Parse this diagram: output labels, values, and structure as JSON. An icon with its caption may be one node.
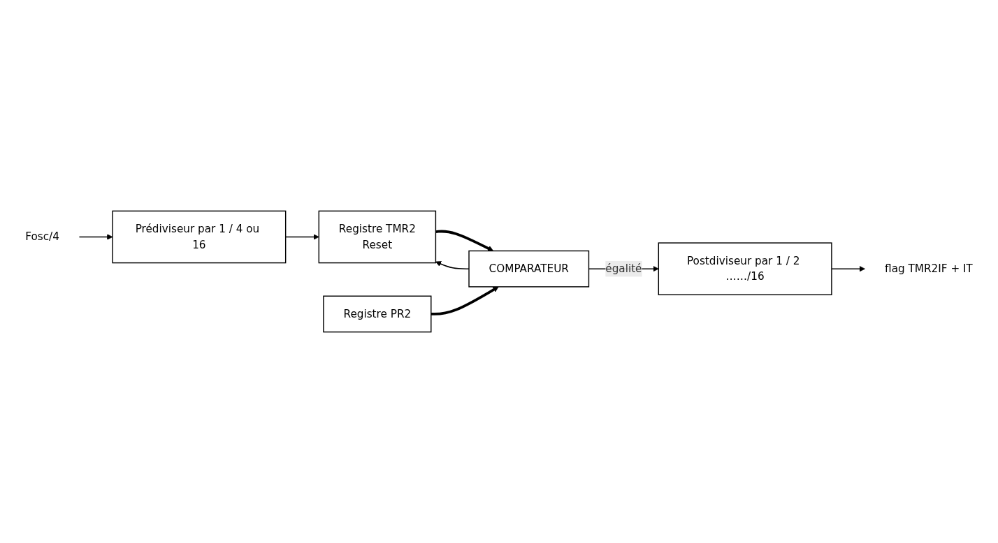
{
  "diagram": {
    "nodes": [
      {
        "text": [
          "Fosc/4"
        ]
      },
      {
        "text": [
          "Prédiviseur par 1 / 4 ou 16"
        ]
      },
      {
        "text": [
          "Registre TMR2",
          "Reset"
        ]
      },
      {
        "text": [
          "COMPARATEUR"
        ]
      },
      {
        "text": [
          "Postdiviseur par 1 / 2 ……/16"
        ]
      },
      {
        "text": [
          "Registre PR2"
        ]
      },
      {
        "text": [
          "flag TMR2IF + IT"
        ]
      }
    ],
    "edges": [
      {
        "from": 0,
        "to": 1,
        "arrow": "to"
      },
      {
        "from": 1,
        "to": 2,
        "arrow": "to"
      },
      {
        "from": 2,
        "to": 3,
        "arrow": "to",
        "style": "thick"
      },
      {
        "from": 5,
        "to": 3,
        "arrow": "to",
        "style": "thick"
      },
      {
        "from": 3,
        "to": 4,
        "arrow": "to",
        "label": "égalité"
      },
      {
        "from": 3,
        "to": 2,
        "arrow": "to"
      },
      {
        "from": 4,
        "to": 6,
        "arrow": "to"
      }
    ]
  }
}
